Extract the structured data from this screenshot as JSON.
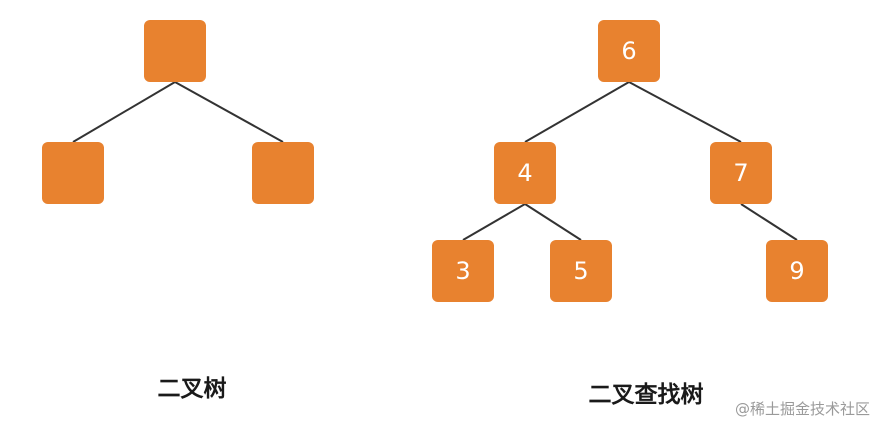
{
  "colors": {
    "node_fill": "#e8822f",
    "node_text": "#ffffff",
    "edge": "#333333",
    "caption": "#1a1a1a",
    "watermark": "#9a9a9a"
  },
  "binary_tree": {
    "caption": "二叉树",
    "nodes": [
      {
        "id": "root",
        "label": ""
      },
      {
        "id": "left",
        "label": ""
      },
      {
        "id": "right",
        "label": ""
      }
    ],
    "edges": [
      [
        "root",
        "left"
      ],
      [
        "root",
        "right"
      ]
    ]
  },
  "bst": {
    "caption": "二叉查找树",
    "nodes": [
      {
        "id": "n6",
        "label": "6"
      },
      {
        "id": "n4",
        "label": "4"
      },
      {
        "id": "n7",
        "label": "7"
      },
      {
        "id": "n3",
        "label": "3"
      },
      {
        "id": "n5",
        "label": "5"
      },
      {
        "id": "n9",
        "label": "9"
      }
    ],
    "edges": [
      [
        "n6",
        "n4"
      ],
      [
        "n6",
        "n7"
      ],
      [
        "n4",
        "n3"
      ],
      [
        "n4",
        "n5"
      ],
      [
        "n7",
        "n9"
      ]
    ]
  },
  "watermark": "@稀土掘金技术社区"
}
